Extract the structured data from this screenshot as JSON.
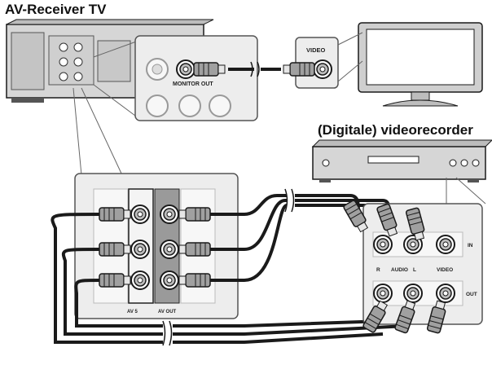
{
  "headings": {
    "receiver": "AV-Receiver TV",
    "recorder": "(Digitale) videorecorder"
  },
  "labels": {
    "monitor_out": "MONITOR OUT",
    "video": "VIDEO",
    "recorder_r": "R",
    "recorder_audio": "AUDIO",
    "recorder_l": "L",
    "recorder_video": "VIDEO",
    "recorder_in": "IN",
    "recorder_out": "OUT",
    "panel_av": "AV 5",
    "panel_out": "AV OUT"
  },
  "colors": {
    "cable": "#1a1a1a",
    "device_fill": "#d9d9d9",
    "panel_fill": "#ededed",
    "jack_fill": "#ffffff",
    "plug_fill": "#9a9a9a"
  }
}
